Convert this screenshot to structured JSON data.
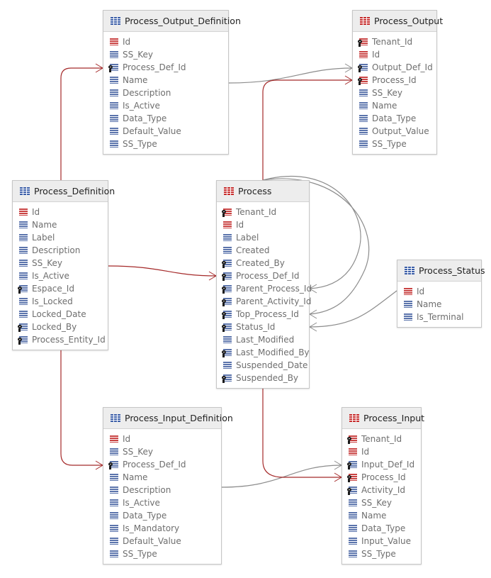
{
  "colors": {
    "identifying_link": "#a52a2a",
    "reference_link": "#8c8c8c",
    "pk_icon": "#c62a2a",
    "attr_icon": "#3b5ea8"
  },
  "entities": [
    {
      "id": "Process_Output_Definition",
      "title": "Process_Output_Definition",
      "icon": "table-blue-icon",
      "attributes": [
        {
          "name": "Id",
          "kind": "pk"
        },
        {
          "name": "SS_Key",
          "kind": "attr"
        },
        {
          "name": "Process_Def_Id",
          "kind": "fk"
        },
        {
          "name": "Name",
          "kind": "attr"
        },
        {
          "name": "Description",
          "kind": "attr"
        },
        {
          "name": "Is_Active",
          "kind": "attr"
        },
        {
          "name": "Data_Type",
          "kind": "attr"
        },
        {
          "name": "Default_Value",
          "kind": "attr"
        },
        {
          "name": "SS_Type",
          "kind": "attr"
        }
      ]
    },
    {
      "id": "Process_Output",
      "title": "Process_Output",
      "icon": "table-red-icon",
      "attributes": [
        {
          "name": "Tenant_Id",
          "kind": "pkfk"
        },
        {
          "name": "Id",
          "kind": "pk"
        },
        {
          "name": "Output_Def_Id",
          "kind": "fk"
        },
        {
          "name": "Process_Id",
          "kind": "pkfk"
        },
        {
          "name": "SS_Key",
          "kind": "attr"
        },
        {
          "name": "Name",
          "kind": "attr"
        },
        {
          "name": "Data_Type",
          "kind": "attr"
        },
        {
          "name": "Output_Value",
          "kind": "attr"
        },
        {
          "name": "SS_Type",
          "kind": "attr"
        }
      ]
    },
    {
      "id": "Process_Definition",
      "title": "Process_Definition",
      "icon": "table-blue-icon",
      "attributes": [
        {
          "name": "Id",
          "kind": "pk"
        },
        {
          "name": "Name",
          "kind": "attr"
        },
        {
          "name": "Label",
          "kind": "attr"
        },
        {
          "name": "Description",
          "kind": "attr"
        },
        {
          "name": "SS_Key",
          "kind": "attr"
        },
        {
          "name": "Is_Active",
          "kind": "attr"
        },
        {
          "name": "Espace_Id",
          "kind": "fk"
        },
        {
          "name": "Is_Locked",
          "kind": "attr"
        },
        {
          "name": "Locked_Date",
          "kind": "attr"
        },
        {
          "name": "Locked_By",
          "kind": "fk"
        },
        {
          "name": "Process_Entity_Id",
          "kind": "fk"
        }
      ]
    },
    {
      "id": "Process",
      "title": "Process",
      "icon": "table-red-icon",
      "attributes": [
        {
          "name": "Tenant_Id",
          "kind": "pkfk"
        },
        {
          "name": "Id",
          "kind": "pk"
        },
        {
          "name": "Label",
          "kind": "attr"
        },
        {
          "name": "Created",
          "kind": "attr"
        },
        {
          "name": "Created_By",
          "kind": "fk"
        },
        {
          "name": "Process_Def_Id",
          "kind": "fk"
        },
        {
          "name": "Parent_Process_Id",
          "kind": "fk"
        },
        {
          "name": "Parent_Activity_Id",
          "kind": "fk"
        },
        {
          "name": "Top_Process_Id",
          "kind": "fk"
        },
        {
          "name": "Status_Id",
          "kind": "fk"
        },
        {
          "name": "Last_Modified",
          "kind": "attr"
        },
        {
          "name": "Last_Modified_By",
          "kind": "fk"
        },
        {
          "name": "Suspended_Date",
          "kind": "attr"
        },
        {
          "name": "Suspended_By",
          "kind": "fk"
        }
      ]
    },
    {
      "id": "Process_Status",
      "title": "Process_Status",
      "icon": "table-blue-icon",
      "attributes": [
        {
          "name": "Id",
          "kind": "pk"
        },
        {
          "name": "Name",
          "kind": "attr"
        },
        {
          "name": "Is_Terminal",
          "kind": "attr"
        }
      ]
    },
    {
      "id": "Process_Input_Definition",
      "title": "Process_Input_Definition",
      "icon": "table-blue-icon",
      "attributes": [
        {
          "name": "Id",
          "kind": "pk"
        },
        {
          "name": "SS_Key",
          "kind": "attr"
        },
        {
          "name": "Process_Def_Id",
          "kind": "fk"
        },
        {
          "name": "Name",
          "kind": "attr"
        },
        {
          "name": "Description",
          "kind": "attr"
        },
        {
          "name": "Is_Active",
          "kind": "attr"
        },
        {
          "name": "Data_Type",
          "kind": "attr"
        },
        {
          "name": "Is_Mandatory",
          "kind": "attr"
        },
        {
          "name": "Default_Value",
          "kind": "attr"
        },
        {
          "name": "SS_Type",
          "kind": "attr"
        }
      ]
    },
    {
      "id": "Process_Input",
      "title": "Process_Input",
      "icon": "table-red-icon",
      "attributes": [
        {
          "name": "Tenant_Id",
          "kind": "pkfk"
        },
        {
          "name": "Id",
          "kind": "pk"
        },
        {
          "name": "Input_Def_Id",
          "kind": "fk"
        },
        {
          "name": "Process_Id",
          "kind": "pkfk"
        },
        {
          "name": "Activity_Id",
          "kind": "fk"
        },
        {
          "name": "SS_Key",
          "kind": "attr"
        },
        {
          "name": "Name",
          "kind": "attr"
        },
        {
          "name": "Data_Type",
          "kind": "attr"
        },
        {
          "name": "Input_Value",
          "kind": "attr"
        },
        {
          "name": "SS_Type",
          "kind": "attr"
        }
      ]
    }
  ],
  "relationships": [
    {
      "from": "Process_Definition",
      "to": "Process_Output_Definition",
      "to_attr": "Process_Def_Id",
      "style": "identifying"
    },
    {
      "from": "Process_Output_Definition",
      "to": "Process_Output",
      "to_attr": "Output_Def_Id",
      "style": "reference"
    },
    {
      "from": "Process",
      "to": "Process_Output",
      "to_attr": "Process_Id",
      "style": "identifying"
    },
    {
      "from": "Process_Definition",
      "to": "Process",
      "to_attr": "Process_Def_Id",
      "style": "identifying"
    },
    {
      "from": "Process",
      "to": "Process",
      "to_attr": "Parent_Process_Id",
      "style": "reference"
    },
    {
      "from": "Process",
      "to": "Process",
      "to_attr": "Top_Process_Id",
      "style": "reference"
    },
    {
      "from": "Process_Status",
      "to": "Process",
      "to_attr": "Status_Id",
      "style": "reference"
    },
    {
      "from": "Process_Definition",
      "to": "Process_Input_Definition",
      "to_attr": "Process_Def_Id",
      "style": "identifying"
    },
    {
      "from": "Process_Input_Definition",
      "to": "Process_Input",
      "to_attr": "Input_Def_Id",
      "style": "reference"
    },
    {
      "from": "Process",
      "to": "Process_Input",
      "to_attr": "Process_Id",
      "style": "identifying"
    }
  ]
}
